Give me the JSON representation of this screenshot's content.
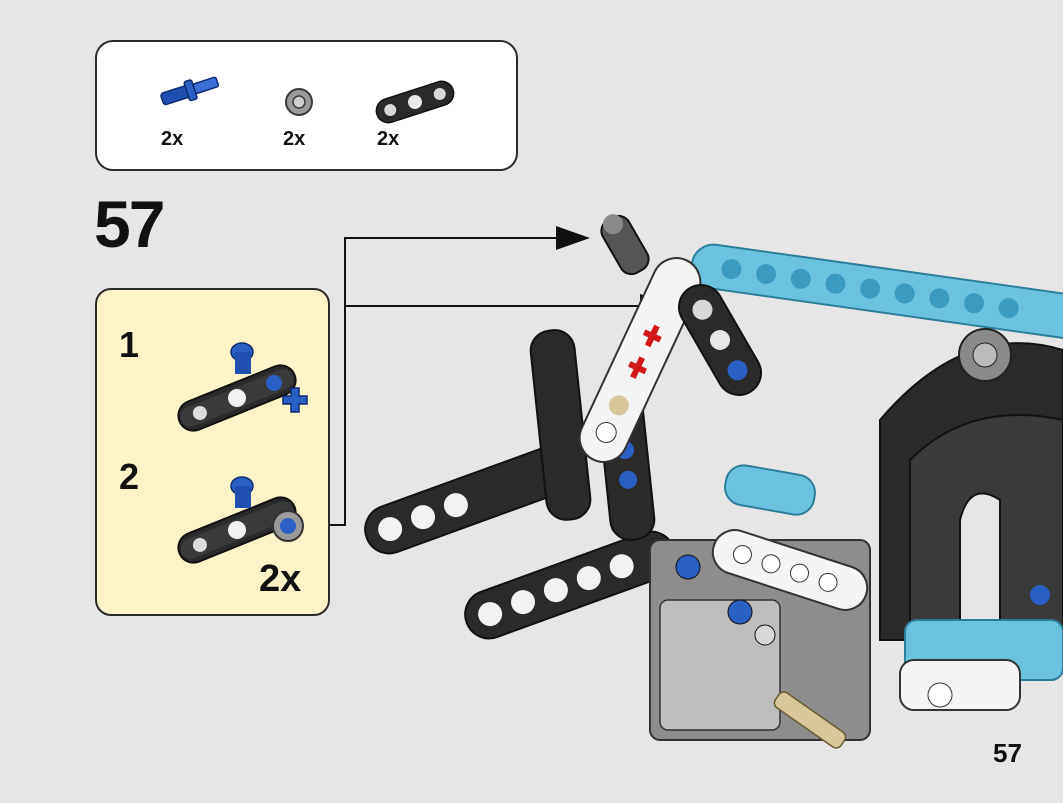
{
  "parts_list": {
    "items": [
      {
        "name": "blue-axle-pin",
        "qty": "2x"
      },
      {
        "name": "grey-bush",
        "qty": "2x"
      },
      {
        "name": "black-beam-3",
        "qty": "2x"
      }
    ]
  },
  "step": {
    "number": "57"
  },
  "sub_assembly": {
    "steps": [
      "1",
      "2"
    ],
    "multiplier": "2x"
  },
  "page": {
    "number": "57"
  },
  "colors": {
    "background": "#e6e6e6",
    "subassembly_bg": "#fdf3c8",
    "technic_blue": "#2a5fc4",
    "medium_azure": "#6cc3e0",
    "beam_black": "#2a2a2a",
    "beam_white": "#f4f4f4",
    "tan": "#d8c79a",
    "red": "#d01818"
  }
}
